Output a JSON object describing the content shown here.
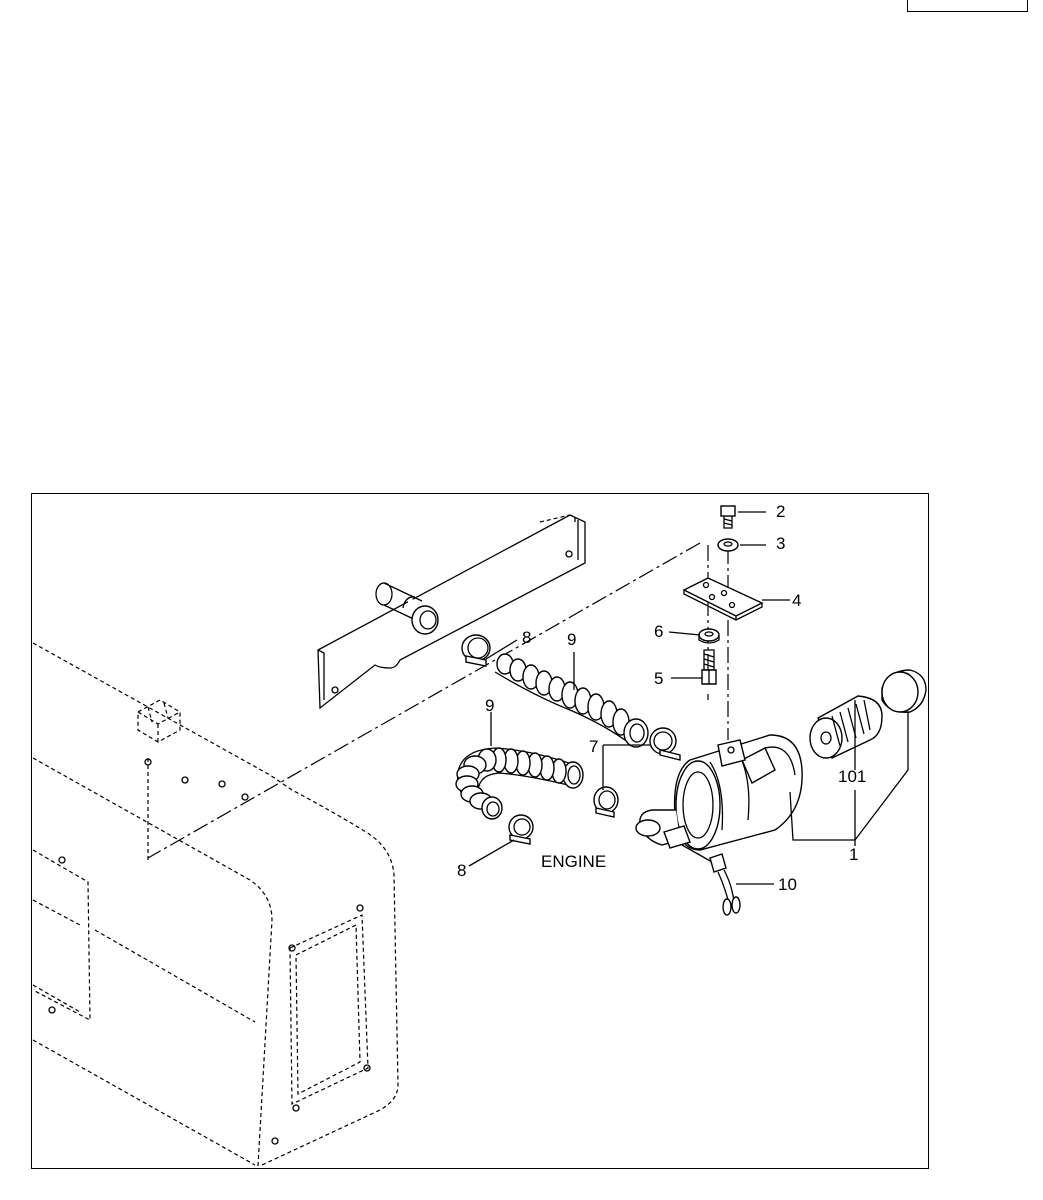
{
  "diagram": {
    "callouts": {
      "p1": "1",
      "p2": "2",
      "p3": "3",
      "p4": "4",
      "p5": "5",
      "p6": "6",
      "p7": "7",
      "p8_top": "8",
      "p8_bottom": "8",
      "p9_top": "9",
      "p9_left": "9",
      "p10": "10",
      "p101": "101"
    },
    "engine_label": "ENGINE"
  },
  "colors": {
    "line": "#000000",
    "background": "#ffffff"
  }
}
